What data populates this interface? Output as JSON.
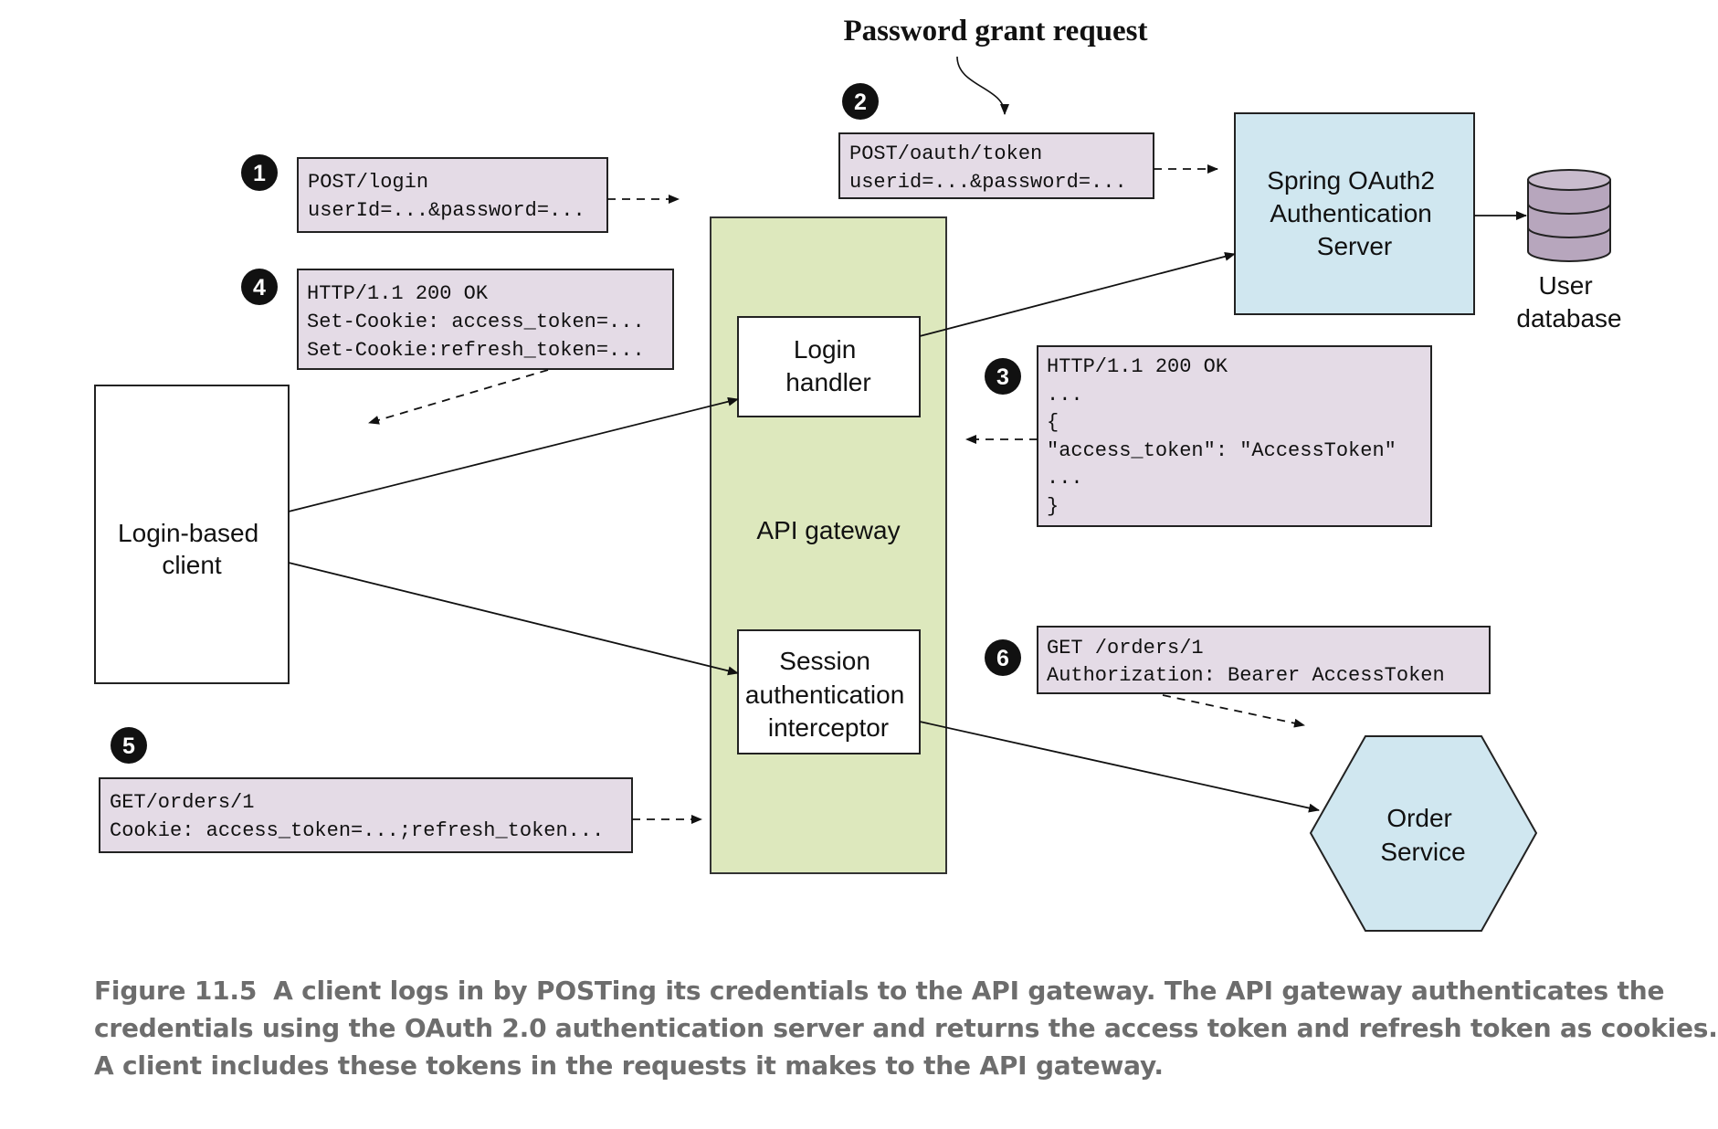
{
  "heading": "Password grant request",
  "step_markers": [
    "1",
    "2",
    "3",
    "4",
    "5",
    "6"
  ],
  "nodes": {
    "client": [
      "Login-based",
      "client"
    ],
    "gateway": "API gateway",
    "login_handler": [
      "Login",
      "handler"
    ],
    "session_interceptor": [
      "Session",
      "authentication",
      "interceptor"
    ],
    "auth_server": [
      "Spring OAuth2",
      "Authentication",
      "Server"
    ],
    "user_db": [
      "User",
      "database"
    ],
    "order_service": [
      "Order",
      "Service"
    ]
  },
  "messages": {
    "step1": [
      "POST/login",
      "userId=...&password=..."
    ],
    "step2": [
      "POST/oauth/token",
      "userid=...&password=..."
    ],
    "step3": [
      "HTTP/1.1 200 OK",
      "...",
      "{",
      "\"access_token\": \"AccessToken\"",
      "...",
      "}"
    ],
    "step4": [
      "HTTP/1.1 200 OK",
      "Set-Cookie: access_token=...",
      "Set-Cookie:refresh_token=..."
    ],
    "step5": [
      "GET/orders/1",
      "Cookie: access_token=...;refresh_token..."
    ],
    "step6": [
      "GET /orders/1",
      "Authorization: Bearer AccessToken"
    ]
  },
  "caption": {
    "figure_label": "Figure 11.5",
    "lines": [
      "A client logs in by POSTing its credentials to the API gateway. The API gateway authenticates the",
      "credentials using the OAuth 2.0 authentication server and returns the access token and refresh token as cookies.",
      "A client includes these tokens in the requests it makes to the API gateway."
    ]
  },
  "colors": {
    "message_fill": "#e4dbe6",
    "gateway_fill": "#dde8bd",
    "server_fill": "#d0e7f0",
    "db_fill": "#b7a6bd",
    "caption_text": "#6d6d6d"
  }
}
